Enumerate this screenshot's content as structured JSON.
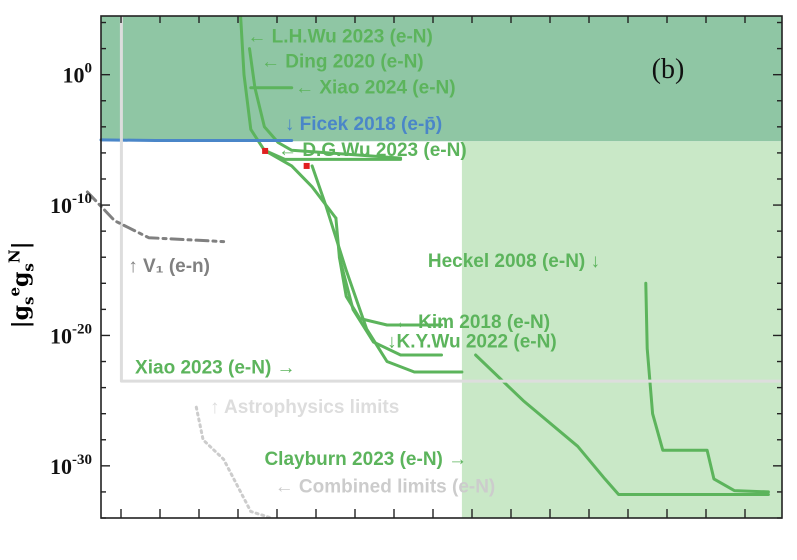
{
  "chart_data": {
    "type": "line",
    "panel_label": "(b)",
    "ylabel": "|g_s^e g_s^N|",
    "yscale": "log",
    "ylim_exponent": [
      -34,
      4.5
    ],
    "y_ticks": [
      {
        "label": "10",
        "exp": "0",
        "value": 0
      },
      {
        "label": "10",
        "exp": "-10",
        "value": -10
      },
      {
        "label": "10",
        "exp": "-20",
        "value": -20
      },
      {
        "label": "10",
        "exp": "-30",
        "value": -30
      }
    ],
    "regions": [
      {
        "name": "upper",
        "color": "#8fc6a4",
        "points": [
          [
            0,
            4.5
          ],
          [
            1,
            4.5
          ],
          [
            1,
            -5.1
          ],
          [
            0,
            -5.1
          ]
        ]
      },
      {
        "name": "lower",
        "color": "#c9e8c7",
        "points": [
          [
            0.53,
            -5.1
          ],
          [
            1,
            -5.1
          ],
          [
            1,
            -34
          ],
          [
            0.53,
            -34
          ]
        ]
      }
    ],
    "series": [
      {
        "name": "L.H.Wu 2023 (e-N)",
        "color": "#5cb45c",
        "style": "solid",
        "points": [
          [
            0.205,
            4.5
          ],
          [
            0.21,
            0
          ],
          [
            0.22,
            -4.2
          ],
          [
            0.24,
            -5.8
          ],
          [
            0.27,
            -6.5
          ],
          [
            0.44,
            -6.5
          ]
        ]
      },
      {
        "name": "Ding 2020 (e-N)",
        "color": "#5cb45c",
        "style": "solid",
        "points": [
          [
            0.218,
            2.0
          ],
          [
            0.226,
            -1.0
          ],
          [
            0.24,
            -4.0
          ],
          [
            0.26,
            -5.2
          ],
          [
            0.28,
            -5.8
          ],
          [
            0.44,
            -6.4
          ]
        ]
      },
      {
        "name": "Xiao 2024 (e-N)",
        "color": "#5cb45c",
        "style": "solid",
        "points": [
          [
            0.22,
            -1.0
          ],
          [
            0.28,
            -1.0
          ]
        ]
      },
      {
        "name": "Ficek 2018 (e-p)",
        "color": "#4a86c8",
        "style": "solid",
        "points": [
          [
            0.0,
            -5.0
          ],
          [
            0.08,
            -5.05
          ],
          [
            0.28,
            -5.05
          ]
        ]
      },
      {
        "name": "D.G.Wu 2023 (e-N)",
        "color": "#5cb45c",
        "style": "solid",
        "points": [
          [
            0.24,
            -5.8
          ],
          [
            0.28,
            -7.0
          ],
          [
            0.31,
            -8.6
          ],
          [
            0.345,
            -11.0
          ]
        ]
      },
      {
        "name": "Kim 2018 (e-N)",
        "color": "#5cb45c",
        "style": "solid",
        "points": [
          [
            0.345,
            -11.0
          ],
          [
            0.35,
            -14.0
          ],
          [
            0.36,
            -17.0
          ],
          [
            0.38,
            -18.7
          ],
          [
            0.42,
            -19.2
          ],
          [
            0.5,
            -19.2
          ]
        ]
      },
      {
        "name": "K.Y.Wu 2022 (e-N)",
        "color": "#5cb45c",
        "style": "solid",
        "points": [
          [
            0.35,
            -14.0
          ],
          [
            0.37,
            -18.0
          ],
          [
            0.4,
            -20.5
          ],
          [
            0.44,
            -21.5
          ],
          [
            0.5,
            -21.5
          ]
        ]
      },
      {
        "name": "Xiao 2023 (e-N)",
        "color": "#5cb45c",
        "style": "solid",
        "points": [
          [
            0.31,
            -7.0
          ],
          [
            0.33,
            -10.0
          ],
          [
            0.36,
            -15.0
          ],
          [
            0.39,
            -19.5
          ],
          [
            0.42,
            -22.0
          ],
          [
            0.46,
            -22.8
          ],
          [
            0.53,
            -22.8
          ]
        ]
      },
      {
        "name": "Heckel 2008 (e-N)",
        "color": "#5cb45c",
        "style": "solid",
        "points": [
          [
            0.8,
            -16.0
          ],
          [
            0.802,
            -21.0
          ],
          [
            0.81,
            -26.0
          ],
          [
            0.825,
            -28.8
          ],
          [
            0.89,
            -28.8
          ],
          [
            0.9,
            -31.0
          ],
          [
            0.93,
            -31.9
          ],
          [
            0.98,
            -32.0
          ]
        ]
      },
      {
        "name": "Clayburn 2023 (e-N)",
        "color": "#5cb45c",
        "style": "solid",
        "points": [
          [
            0.55,
            -21.5
          ],
          [
            0.62,
            -25.0
          ],
          [
            0.7,
            -28.5
          ],
          [
            0.74,
            -31.0
          ],
          [
            0.76,
            -32.2
          ],
          [
            0.98,
            -32.2
          ]
        ]
      },
      {
        "name": "Astrophysics limits",
        "color": "#dddddd",
        "style": "solid",
        "points": [
          [
            0.03,
            4.5
          ],
          [
            0.03,
            -23.5
          ],
          [
            1.0,
            -23.5
          ]
        ]
      },
      {
        "name": "V1 (e-n)",
        "color": "#808080",
        "style": "dashdot",
        "points": [
          [
            -0.02,
            -9.0
          ],
          [
            0.02,
            -11.2
          ],
          [
            0.07,
            -12.5
          ],
          [
            0.18,
            -12.8
          ]
        ]
      },
      {
        "name": "Combined limits (e-N)",
        "color": "#cccccc",
        "style": "dotted",
        "points": [
          [
            0.14,
            -25.5
          ],
          [
            0.15,
            -28.0
          ],
          [
            0.18,
            -29.5
          ],
          [
            0.2,
            -31.5
          ],
          [
            0.22,
            -33.5
          ],
          [
            0.25,
            -34.0
          ]
        ]
      }
    ],
    "markers": [
      {
        "color": "#e02020",
        "point": [
          0.241,
          -5.85
        ]
      },
      {
        "color": "#e02020",
        "point": [
          0.302,
          -7.0
        ]
      }
    ],
    "annotations": [
      {
        "text": "← L.H.Wu 2023 (e-N)",
        "color": "#5cb45c",
        "anchor": [
          0.215,
          3.0
        ]
      },
      {
        "text": "← Ding 2020 (e-N)",
        "color": "#5cb45c",
        "anchor": [
          0.235,
          1.1
        ]
      },
      {
        "text": "← Xiao 2024 (e-N)",
        "color": "#5cb45c",
        "anchor": [
          0.285,
          -0.9
        ]
      },
      {
        "text": "↓ Ficek 2018 (e-p̄)",
        "color": "#4a86c8",
        "anchor": [
          0.27,
          -3.7
        ]
      },
      {
        "text": "← D.G.Wu 2023 (e-N)",
        "color": "#5cb45c",
        "anchor": [
          0.26,
          -5.7
        ]
      },
      {
        "text": "↑ V₁ (e-n)",
        "color": "#808080",
        "anchor": [
          0.04,
          -14.6
        ]
      },
      {
        "text": "Heckel 2008 (e-N) ↓",
        "color": "#5cb45c",
        "anchor": [
          0.48,
          -14.2
        ]
      },
      {
        "text": "← Kim 2018 (e-N)",
        "color": "#5cb45c",
        "anchor": [
          0.43,
          -18.9
        ]
      },
      {
        "text": "↓K.Y.Wu 2022 (e-N)",
        "color": "#5cb45c",
        "anchor": [
          0.42,
          -20.4
        ]
      },
      {
        "text": "Xiao 2023 (e-N) →",
        "color": "#5cb45c",
        "anchor": [
          0.05,
          -22.4
        ]
      },
      {
        "text": "↑ Astrophysics limits",
        "color": "#dddddd",
        "anchor": [
          0.16,
          -25.4
        ]
      },
      {
        "text": "Clayburn 2023 (e-N) →",
        "color": "#5cb45c",
        "anchor": [
          0.24,
          -29.4
        ]
      },
      {
        "text": "← Combined limits (e-N)",
        "color": "#cccccc",
        "anchor": [
          0.255,
          -31.5
        ]
      }
    ]
  }
}
